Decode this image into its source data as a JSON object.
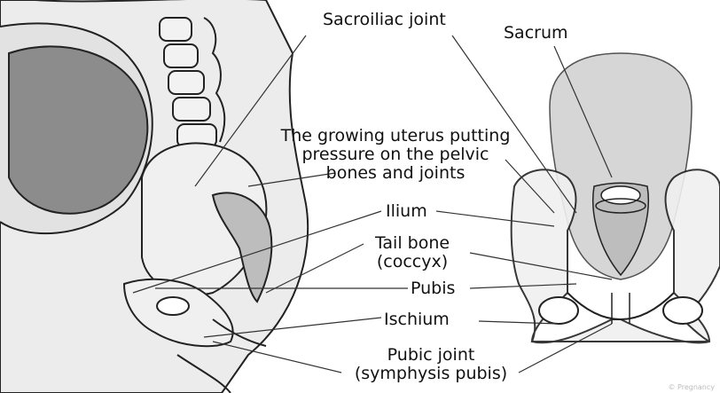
{
  "labels": {
    "sacroiliac_joint": "Sacroiliac joint",
    "sacrum": "Sacrum",
    "uterus_pressure": [
      "The growing uterus putting",
      "pressure on the pelvic",
      "bones and joints"
    ],
    "ilium": "Ilium",
    "tail_bone": [
      "Tail bone",
      "(coccyx)"
    ],
    "pubis": "Pubis",
    "ischium": "Ischium",
    "pubic_joint": [
      "Pubic joint",
      "(symphysis pubis)"
    ]
  },
  "credit": "© Pregnancy",
  "colors": {
    "background": "#ffffff",
    "skin": "#e9e9e9",
    "uterus": "#8c8c8c",
    "bone": "#f2f2f2",
    "line": "#222222",
    "sacrum_fill": "#c8c8c8"
  }
}
